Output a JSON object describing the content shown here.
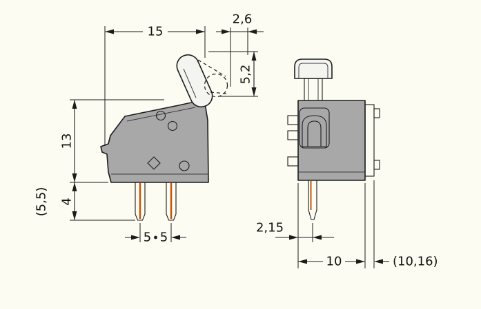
{
  "drawing_title": "terminal block dimensional drawing",
  "colors": {
    "background": "#fcfcf2",
    "body_gray": "#a8a8a8",
    "dark_gray": "#8d8d8d",
    "tab_gray": "#9c9c9c",
    "hole_gray": "#b9b9b9",
    "orange": "#f0690a",
    "orange_dark": "#c2560b",
    "line": "#1c1c1c",
    "white_part": "#f4f4f0"
  },
  "side_view": {
    "dims": {
      "top_width": "15",
      "lever_offset": "2,6",
      "lever_travel": "5,2",
      "body_height": "13",
      "pin_length_alt": "(5,5)",
      "pin_length": "4",
      "pitch_a": "5",
      "pitch_b": "5"
    }
  },
  "front_view": {
    "dims": {
      "pin_offset": "2,15",
      "width": "10",
      "depth_alt": "(10,16)"
    }
  }
}
